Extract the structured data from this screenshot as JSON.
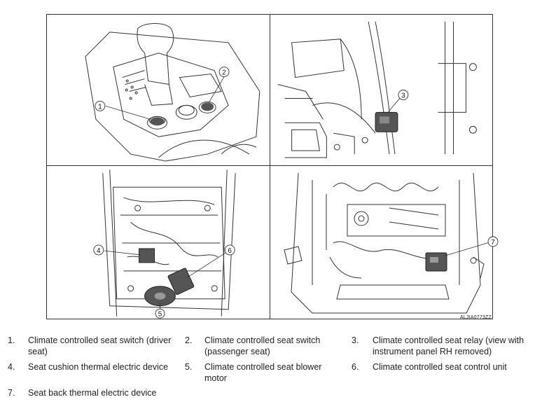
{
  "figure": {
    "code": "ALJIA0773ZZ",
    "callouts": [
      "1",
      "2",
      "3",
      "4",
      "5",
      "6",
      "7"
    ]
  },
  "legend": [
    {
      "num": "1.",
      "text": "Climate controlled seat switch (driver seat)"
    },
    {
      "num": "2.",
      "text": "Climate controlled seat switch (passenger seat)"
    },
    {
      "num": "3.",
      "text": "Climate controlled seat relay (view with instrument panel RH removed)"
    },
    {
      "num": "4.",
      "text": "Seat cushion thermal electric device"
    },
    {
      "num": "5.",
      "text": "Climate controlled seat blower motor"
    },
    {
      "num": "6.",
      "text": "Climate controlled seat control unit"
    },
    {
      "num": "7.",
      "text": "Seat back thermal electric device"
    }
  ]
}
